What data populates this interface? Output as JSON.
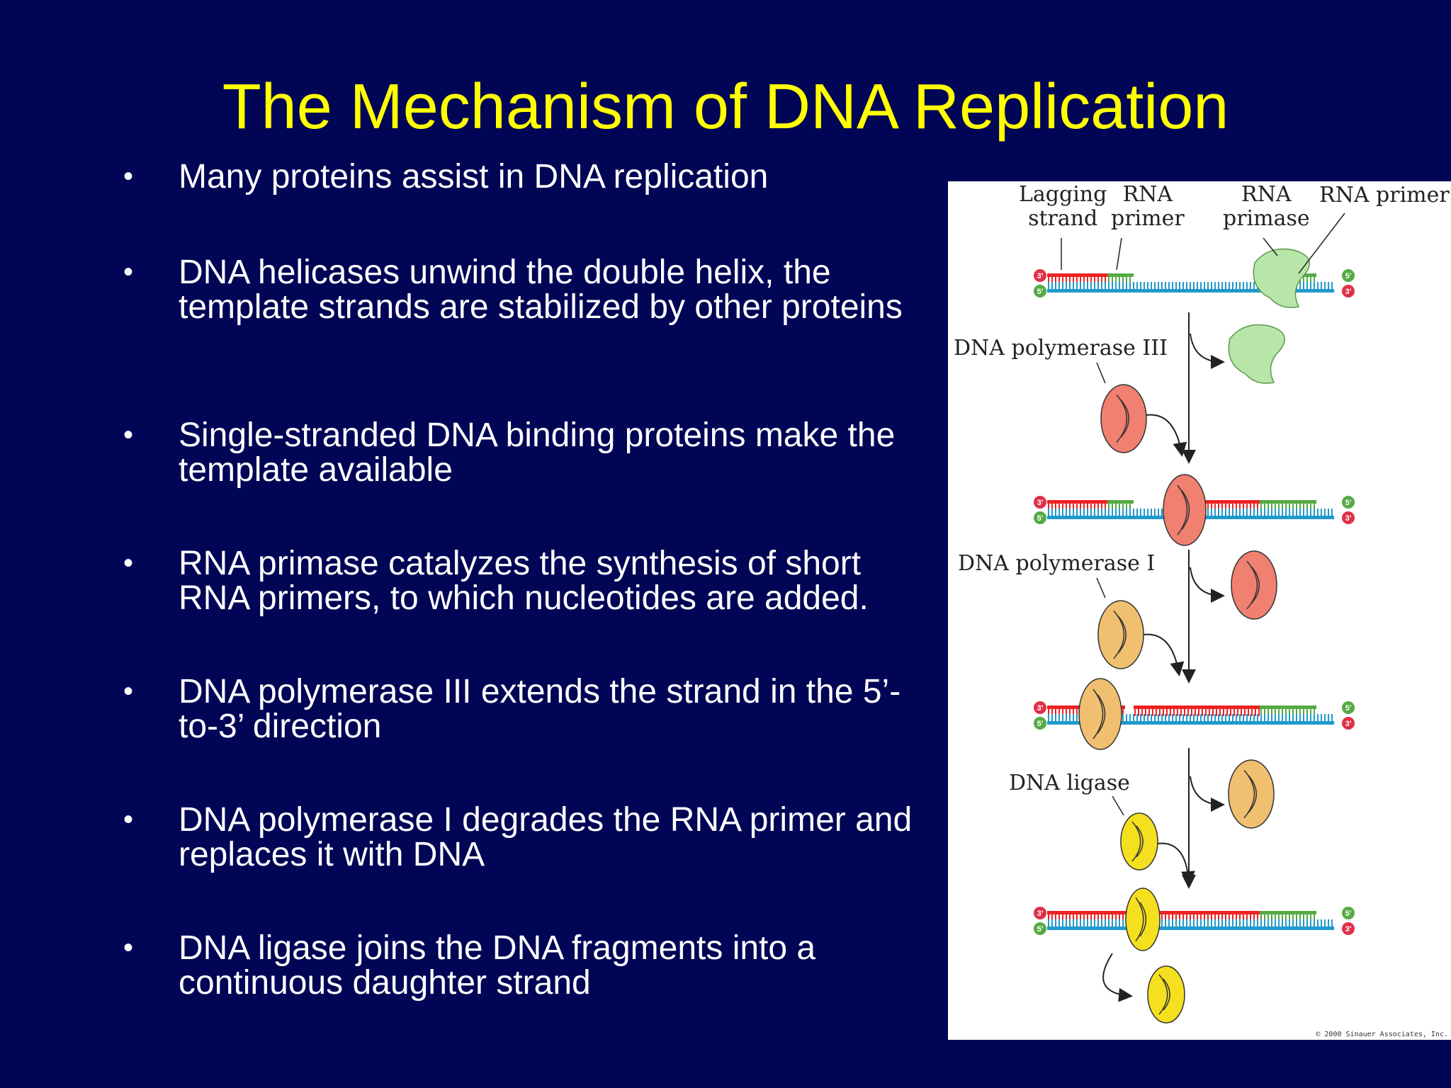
{
  "slide": {
    "title": "The Mechanism of DNA Replication",
    "bullet_symbol": "•",
    "bullets": [
      "Many proteins assist in DNA replication",
      "DNA helicases unwind the double helix, the template strands are stabilized by other proteins",
      "Single-stranded DNA binding proteins make the template available",
      "RNA primase catalyzes the synthesis of short RNA primers, to which nucleotides are added.",
      "DNA polymerase III extends the strand in the 5’-to-3’ direction",
      "DNA polymerase I degrades the RNA primer and replaces it with DNA",
      "DNA ligase joins the DNA fragments into a continuous daughter strand"
    ]
  },
  "figure": {
    "labels": {
      "lagging_strand": "Lagging\nstrand",
      "rna_primer_left": "RNA\nprimer",
      "rna_primase": "RNA\nprimase",
      "rna_primer_right": "RNA primer",
      "dna_pol_iii": "DNA polymerase III",
      "dna_pol_i": "DNA polymerase I",
      "dna_ligase": "DNA ligase"
    },
    "end_labels": {
      "three_prime": "3'",
      "five_prime": "5'"
    },
    "copyright": "© 2000 Sinauer Associates, Inc.",
    "colors": {
      "background": "#000555",
      "title": "#ffff00",
      "rna_strand": "#ee2222",
      "primer": "#55aa44",
      "template": "#2299cc",
      "primase": "#b8e6a8",
      "pol_iii": "#f08070",
      "pol_i": "#f0c070",
      "ligase": "#f5e020"
    }
  }
}
